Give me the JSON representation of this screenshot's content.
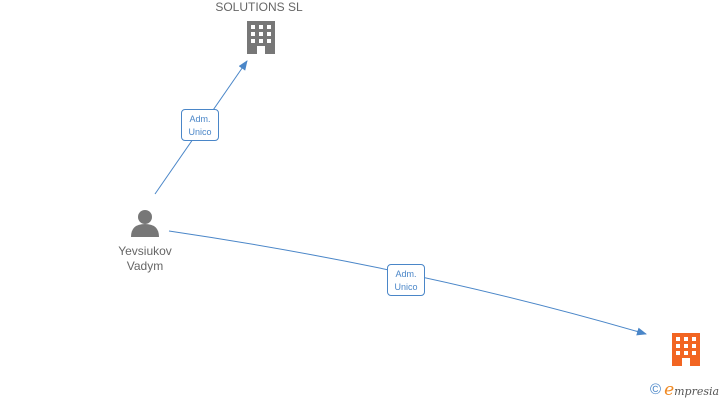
{
  "nodes": {
    "company_top": {
      "name": "SOLUTIONS  SL",
      "icon": "building-icon",
      "color": "#777777"
    },
    "person": {
      "name_line1": "Yevsiukov",
      "name_line2": "Vadym",
      "icon": "person-icon",
      "color": "#777777"
    },
    "company_bottom": {
      "name": "",
      "icon": "building-icon",
      "color": "#f26522"
    }
  },
  "edges": [
    {
      "label_line1": "Adm.",
      "label_line2": "Unico"
    },
    {
      "label_line1": "Adm.",
      "label_line2": "Unico"
    }
  ],
  "edge_color": "#4a86c8",
  "watermark": {
    "copyright": "©",
    "brand_initial": "e",
    "brand_rest": "mpresia"
  }
}
